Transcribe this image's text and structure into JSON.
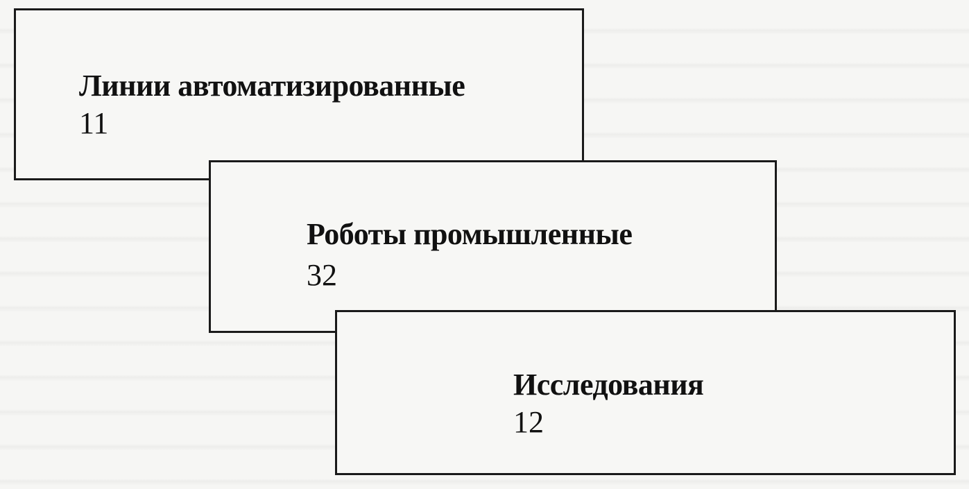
{
  "diagram": {
    "boxes": [
      {
        "label": "Линии автоматизированные",
        "value": "11"
      },
      {
        "label": "Роботы промышленные",
        "value": "32"
      },
      {
        "label": "Исследования",
        "value": "12"
      }
    ]
  }
}
